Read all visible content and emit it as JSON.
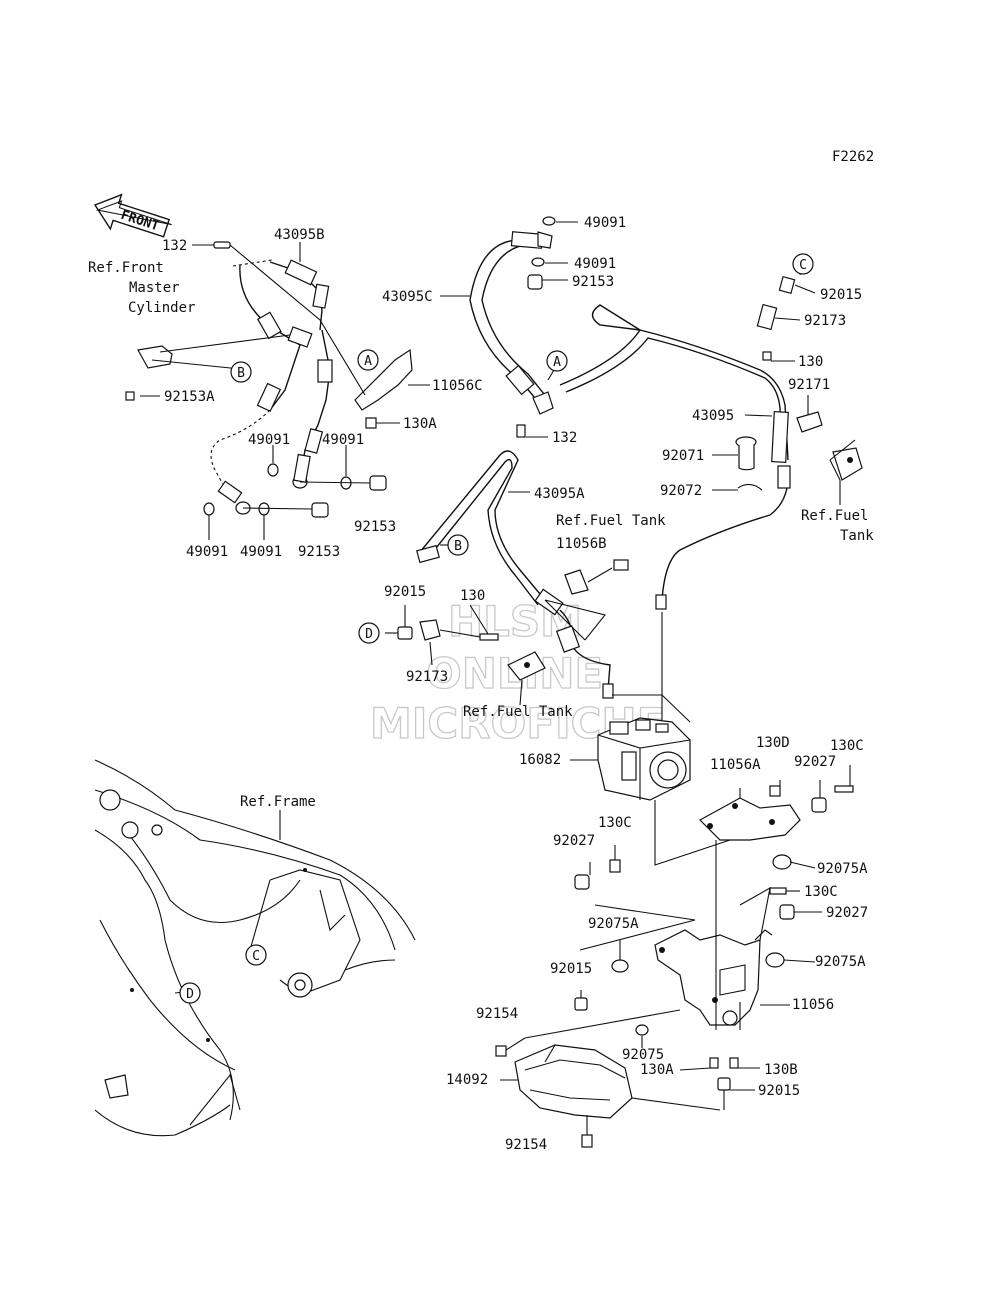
{
  "figure_code": "F2262",
  "front_label": "FRONT",
  "watermark": [
    "HLSM",
    "ONLINE",
    "MICROFICHE"
  ],
  "callouts": {
    "a": "A",
    "b": "B",
    "c": "C",
    "d": "D"
  },
  "labels": {
    "p132_tl": "132",
    "p43095B": "43095B",
    "ref_front_1": "Ref.Front",
    "ref_front_2": "Master",
    "ref_front_3": "Cylinder",
    "p92153A": "92153A",
    "p11056C": "11056C",
    "p130A_top": "130A",
    "p49091_a": "49091",
    "p49091_b": "49091",
    "p92153_a": "92153",
    "p49091_c": "49091",
    "p49091_d": "49091",
    "p92153_b": "92153",
    "p49091_top": "49091",
    "p49091_top2": "49091",
    "p92153_top": "92153",
    "p43095C": "43095C",
    "p132_mid": "132",
    "p92015_tr": "92015",
    "p92173_tr": "92173",
    "p130_tr": "130",
    "p92171": "92171",
    "p43095": "43095",
    "p92071": "92071",
    "p92072": "92072",
    "ref_fuel_r1": "Ref.Fuel",
    "ref_fuel_r2": "Tank",
    "p43095A": "43095A",
    "ref_fuel_mid": "Ref.Fuel Tank",
    "p11056B": "11056B",
    "p92015_mid": "92015",
    "p130_mid": "130",
    "p92173_mid": "92173",
    "ref_fuel_low": "Ref.Fuel Tank",
    "p16082": "16082",
    "p130D": "130D",
    "p130C_a": "130C",
    "p11056A": "11056A",
    "p92027_a": "92027",
    "p130C_b": "130C",
    "p92027_b": "92027",
    "p92075A_a": "92075A",
    "p130C_c": "130C",
    "p92027_c": "92027",
    "p92075A_b": "92075A",
    "p92075A_c": "92075A",
    "ref_frame": "Ref.Frame",
    "p92015_low": "92015",
    "p11056": "11056",
    "p92154_a": "92154",
    "p92075": "92075",
    "p130A_low": "130A",
    "p130B": "130B",
    "p14092": "14092",
    "p92015_bot": "92015",
    "p92154_b": "92154"
  }
}
